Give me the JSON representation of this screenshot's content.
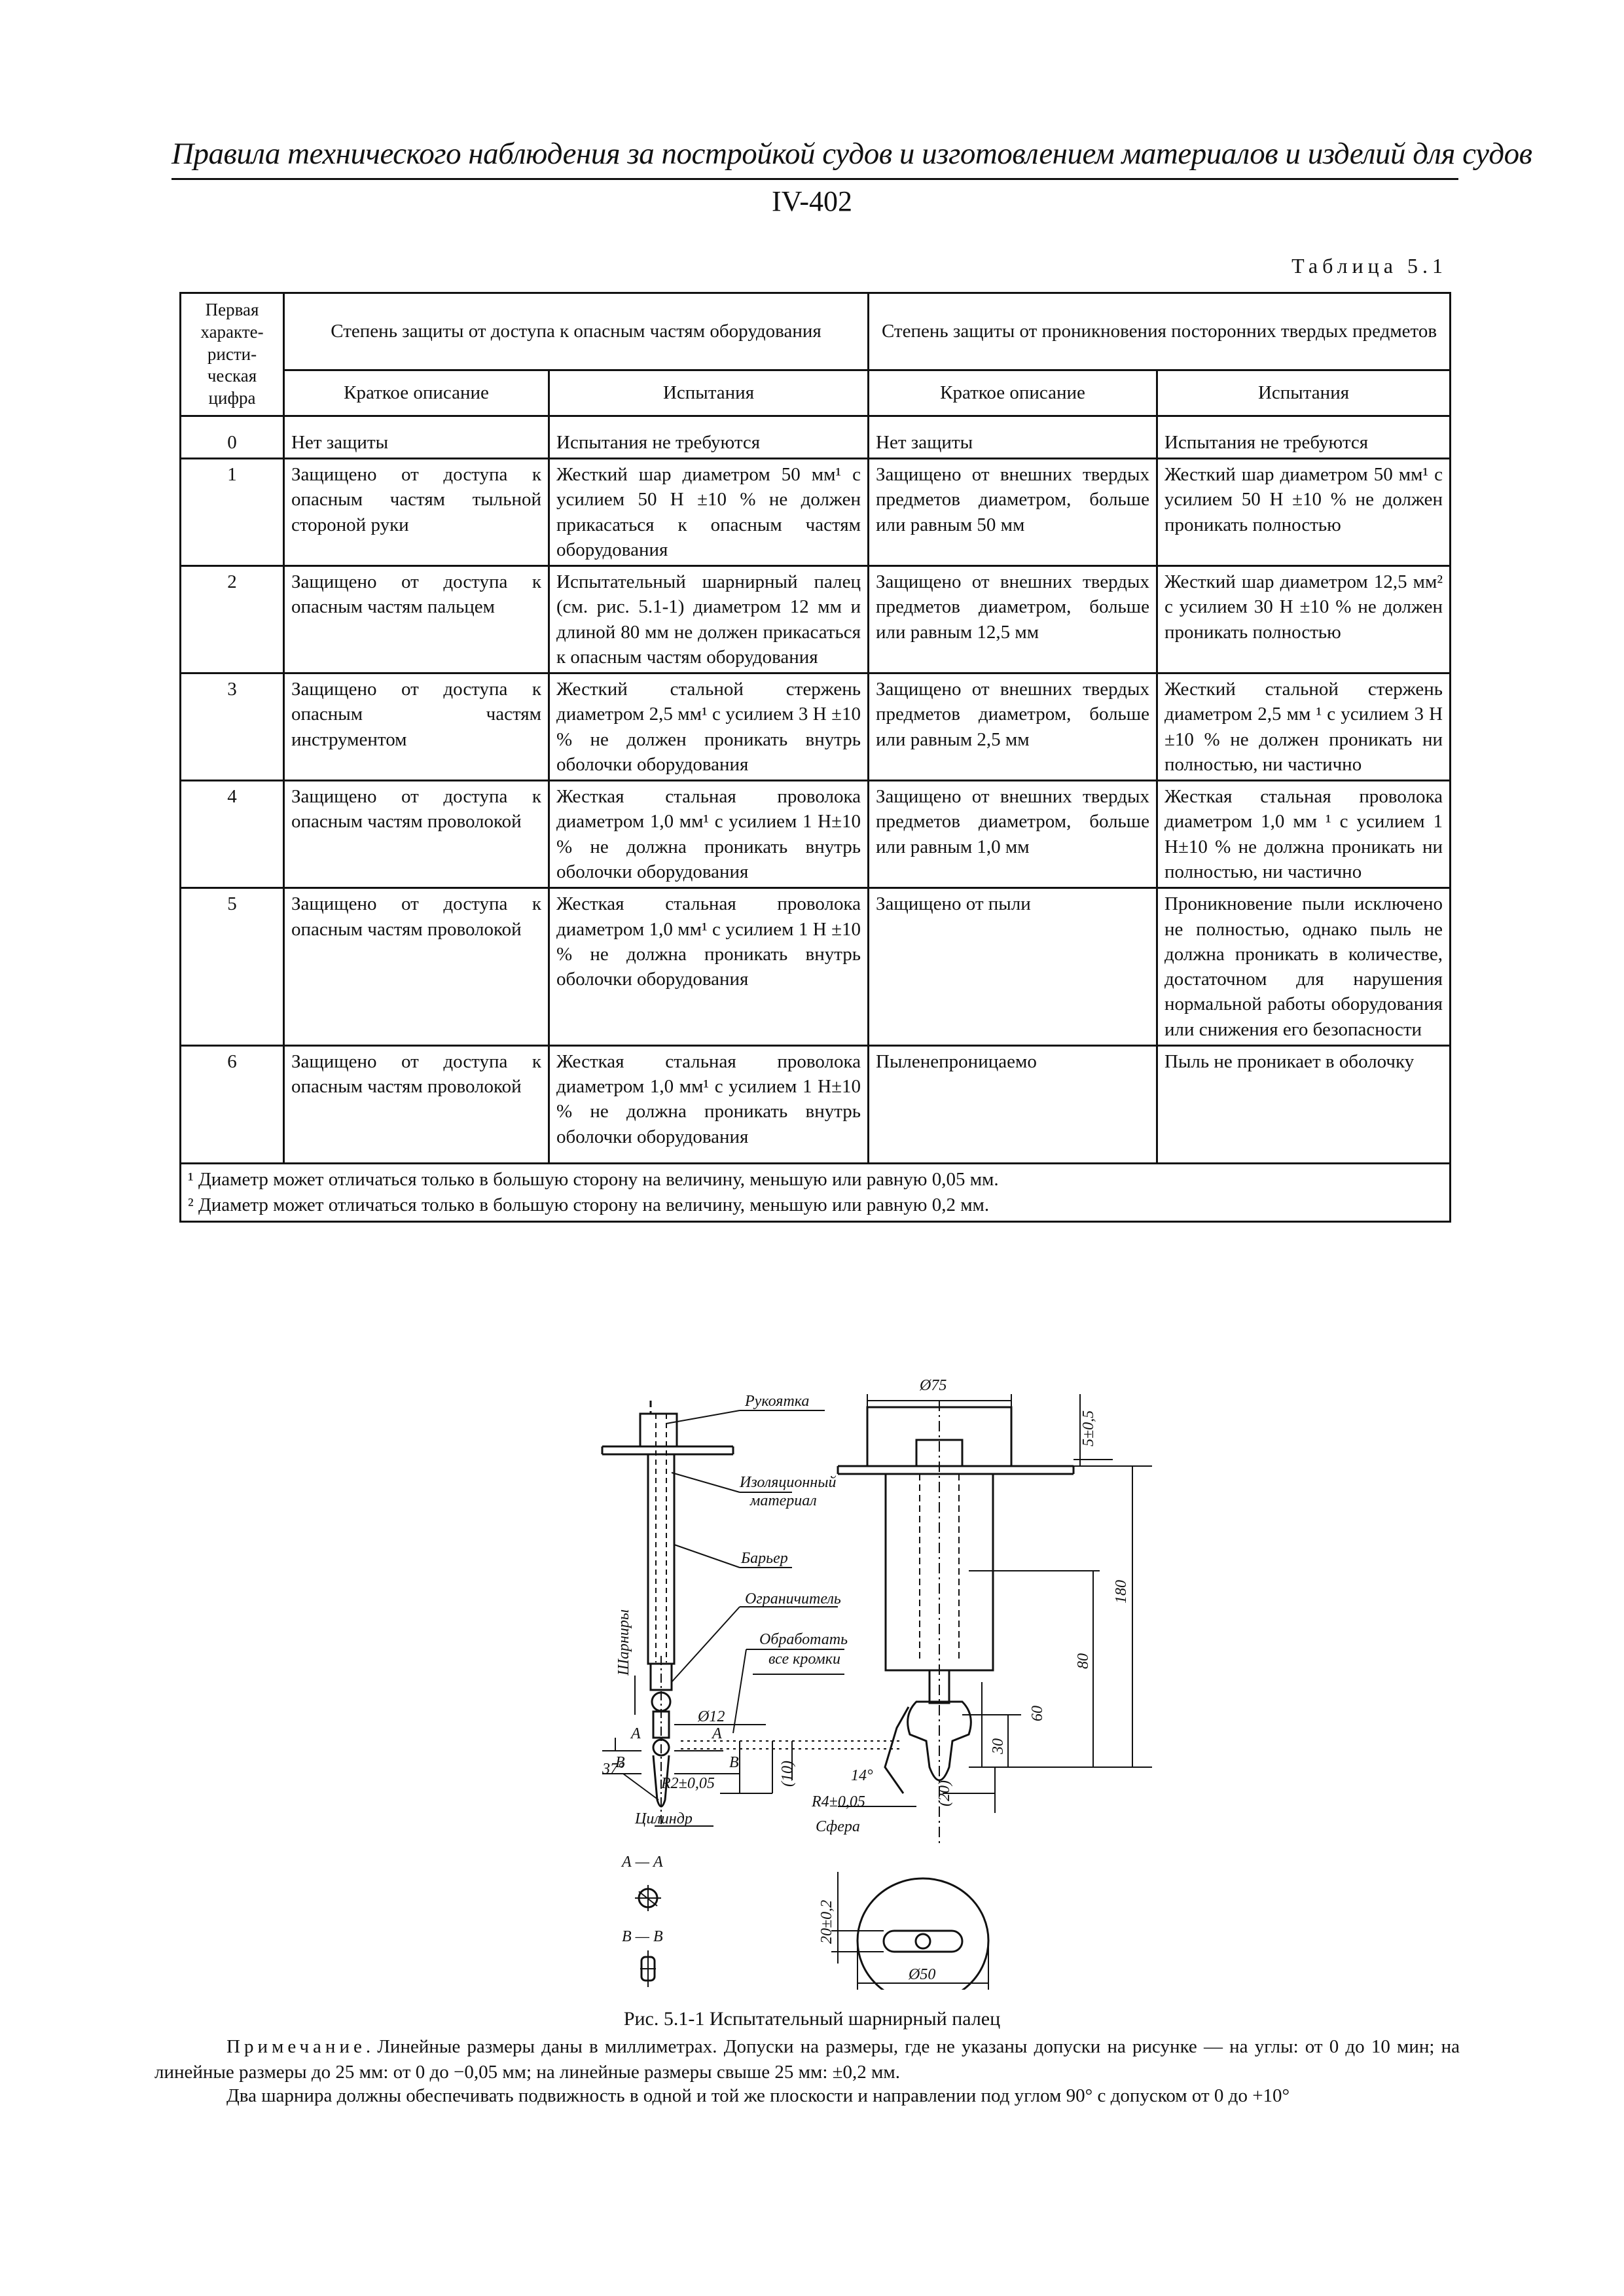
{
  "header": {
    "title": "Правила технического наблюдения за постройкой судов и изготовлением материалов и изделий для судов",
    "page_number": "IV-402"
  },
  "table": {
    "caption": "Таблица 5.1",
    "headers": {
      "first_digit": "Первая характе-ристи-ческая цифра",
      "group_access": "Степень защиты от доступа к опасным частям оборудования",
      "group_solids": "Степень защиты от проникновения посторонних твердых предметов",
      "brief_1": "Краткое описание",
      "tests_1": "Испытания",
      "brief_2": "Краткое описание",
      "tests_2": "Испытания"
    },
    "rows": [
      {
        "digit": "0",
        "access_desc": "Нет защиты",
        "access_test": "Испытания не требуются",
        "solid_desc": "Нет защиты",
        "solid_test": "Испытания не требуются"
      },
      {
        "digit": "1",
        "access_desc": "Защищено от доступа к опасным частям тыльной стороной руки",
        "access_test": "Жесткий шар диаметром 50 мм¹ с усилием 50 Н ±10 % не должен прикасаться к опасным частям оборудования",
        "solid_desc": "Защищено от внешних твердых предметов диаметром, больше или равным 50 мм",
        "solid_test": "Жесткий шар диаметром 50 мм¹ с усилием 50 Н ±10 % не должен проникать полностью"
      },
      {
        "digit": "2",
        "access_desc": "Защищено от доступа к опасным частям пальцем",
        "access_test": "Испытательный шарнирный палец (см. рис. 5.1-1) диаметром 12 мм и длиной 80 мм не должен прикасаться к опасным частям оборудования",
        "solid_desc": "Защищено от внешних твердых предметов диаметром, больше или равным 12,5 мм",
        "solid_test": "Жесткий шар диаметром 12,5 мм² с усилием 30 Н ±10 % не должен проникать полностью"
      },
      {
        "digit": "3",
        "access_desc": "Защищено от доступа к опасным частям инструментом",
        "access_test": "Жесткий стальной стержень диаметром 2,5 мм¹ с усилием 3 Н ±10 % не должен проникать внутрь оболочки оборудования",
        "solid_desc": "Защищено от внешних твердых предметов диаметром, больше или равным 2,5 мм",
        "solid_test": "Жесткий стальной стержень диаметром 2,5 мм ¹ с усилием 3 Н ±10 % не должен проникать ни полностью, ни частично"
      },
      {
        "digit": "4",
        "access_desc": "Защищено от доступа к опасным частям проволокой",
        "access_test": "Жесткая стальная проволока диаметром 1,0 мм¹ с усилием 1 Н±10 % не должна проникать внутрь оболочки оборудования",
        "solid_desc": "Защищено от внешних твердых предметов диаметром, больше или равным 1,0 мм",
        "solid_test": "Жесткая стальная проволока диаметром 1,0 мм ¹ с усилием 1 Н±10 % не должна проникать ни полностью, ни частично"
      },
      {
        "digit": "5",
        "access_desc": "Защищено от доступа к опасным частям проволокой",
        "access_test": "Жесткая стальная проволока диаметром 1,0 мм¹ с усилием 1 Н ±10 % не должна проникать внутрь оболочки оборудования",
        "solid_desc": "Защищено от пыли",
        "solid_test": "Проникновение пыли исключено не полностью, однако пыль не должна проникать в количестве, достаточном для нарушения нормальной работы оборудования или снижения его безопасности"
      },
      {
        "digit": "6",
        "access_desc": "Защищено от доступа к опасным частям проволокой",
        "access_test": "Жесткая стальная проволока диаметром 1,0 мм¹ с усилием 1 Н±10 % не должна проникать внутрь оболочки оборудования",
        "solid_desc": "Пыленепроницаемо",
        "solid_test": "Пыль не проникает в оболочку"
      }
    ],
    "footnotes": [
      "¹ Диаметр может отличаться только в большую сторону на величину, меньшую или равную 0,05 мм.",
      "² Диаметр может отличаться только в большую сторону на величину, меньшую или равную 0,2 мм."
    ]
  },
  "figure": {
    "labels": {
      "handle": "Рукоятка",
      "insulating": "Изоляционный",
      "material": "материал",
      "barrier": "Барьер",
      "limiter": "Ограничитель",
      "hinges": "Шарниры",
      "d12": "Ø12",
      "machine1": "Обработать",
      "machine2": "все кромки",
      "d75": "Ø75",
      "dim_5": "5±0,5",
      "dim_180": "180",
      "dim_80": "80",
      "dim_60": "60",
      "dim_30": "30",
      "dim_20": "(20)",
      "dim_10": "(10)",
      "r2": "R2±0,05",
      "r4": "R4±0,05",
      "cylinder": "Цилиндр",
      "sphere": "Сфера",
      "angle37": "37°",
      "angle14": "14°",
      "mark_a": "A",
      "mark_b": "B",
      "section_aa": "А — А",
      "section_bb": "В — В",
      "dim_20_02": "20±0,2",
      "d50": "Ø50"
    },
    "caption": "Рис. 5.1-1 Испытательный шарнирный палец"
  },
  "note": {
    "label": "Примечание",
    "text": ". Линейные размеры даны в миллиметрах. Допуски на размеры, где не указаны допуски на рисунке — на углы: от 0 до 10 мин; на линейные размеры до 25 мм: от 0 до −0,05 мм; на линейные размеры свыше 25 мм: ±0,2 мм.",
    "text2": "Два шарнира должны обеспечивать подвижность в одной и той же плоскости и направлении под углом 90° с допуском от 0 до +10°"
  }
}
